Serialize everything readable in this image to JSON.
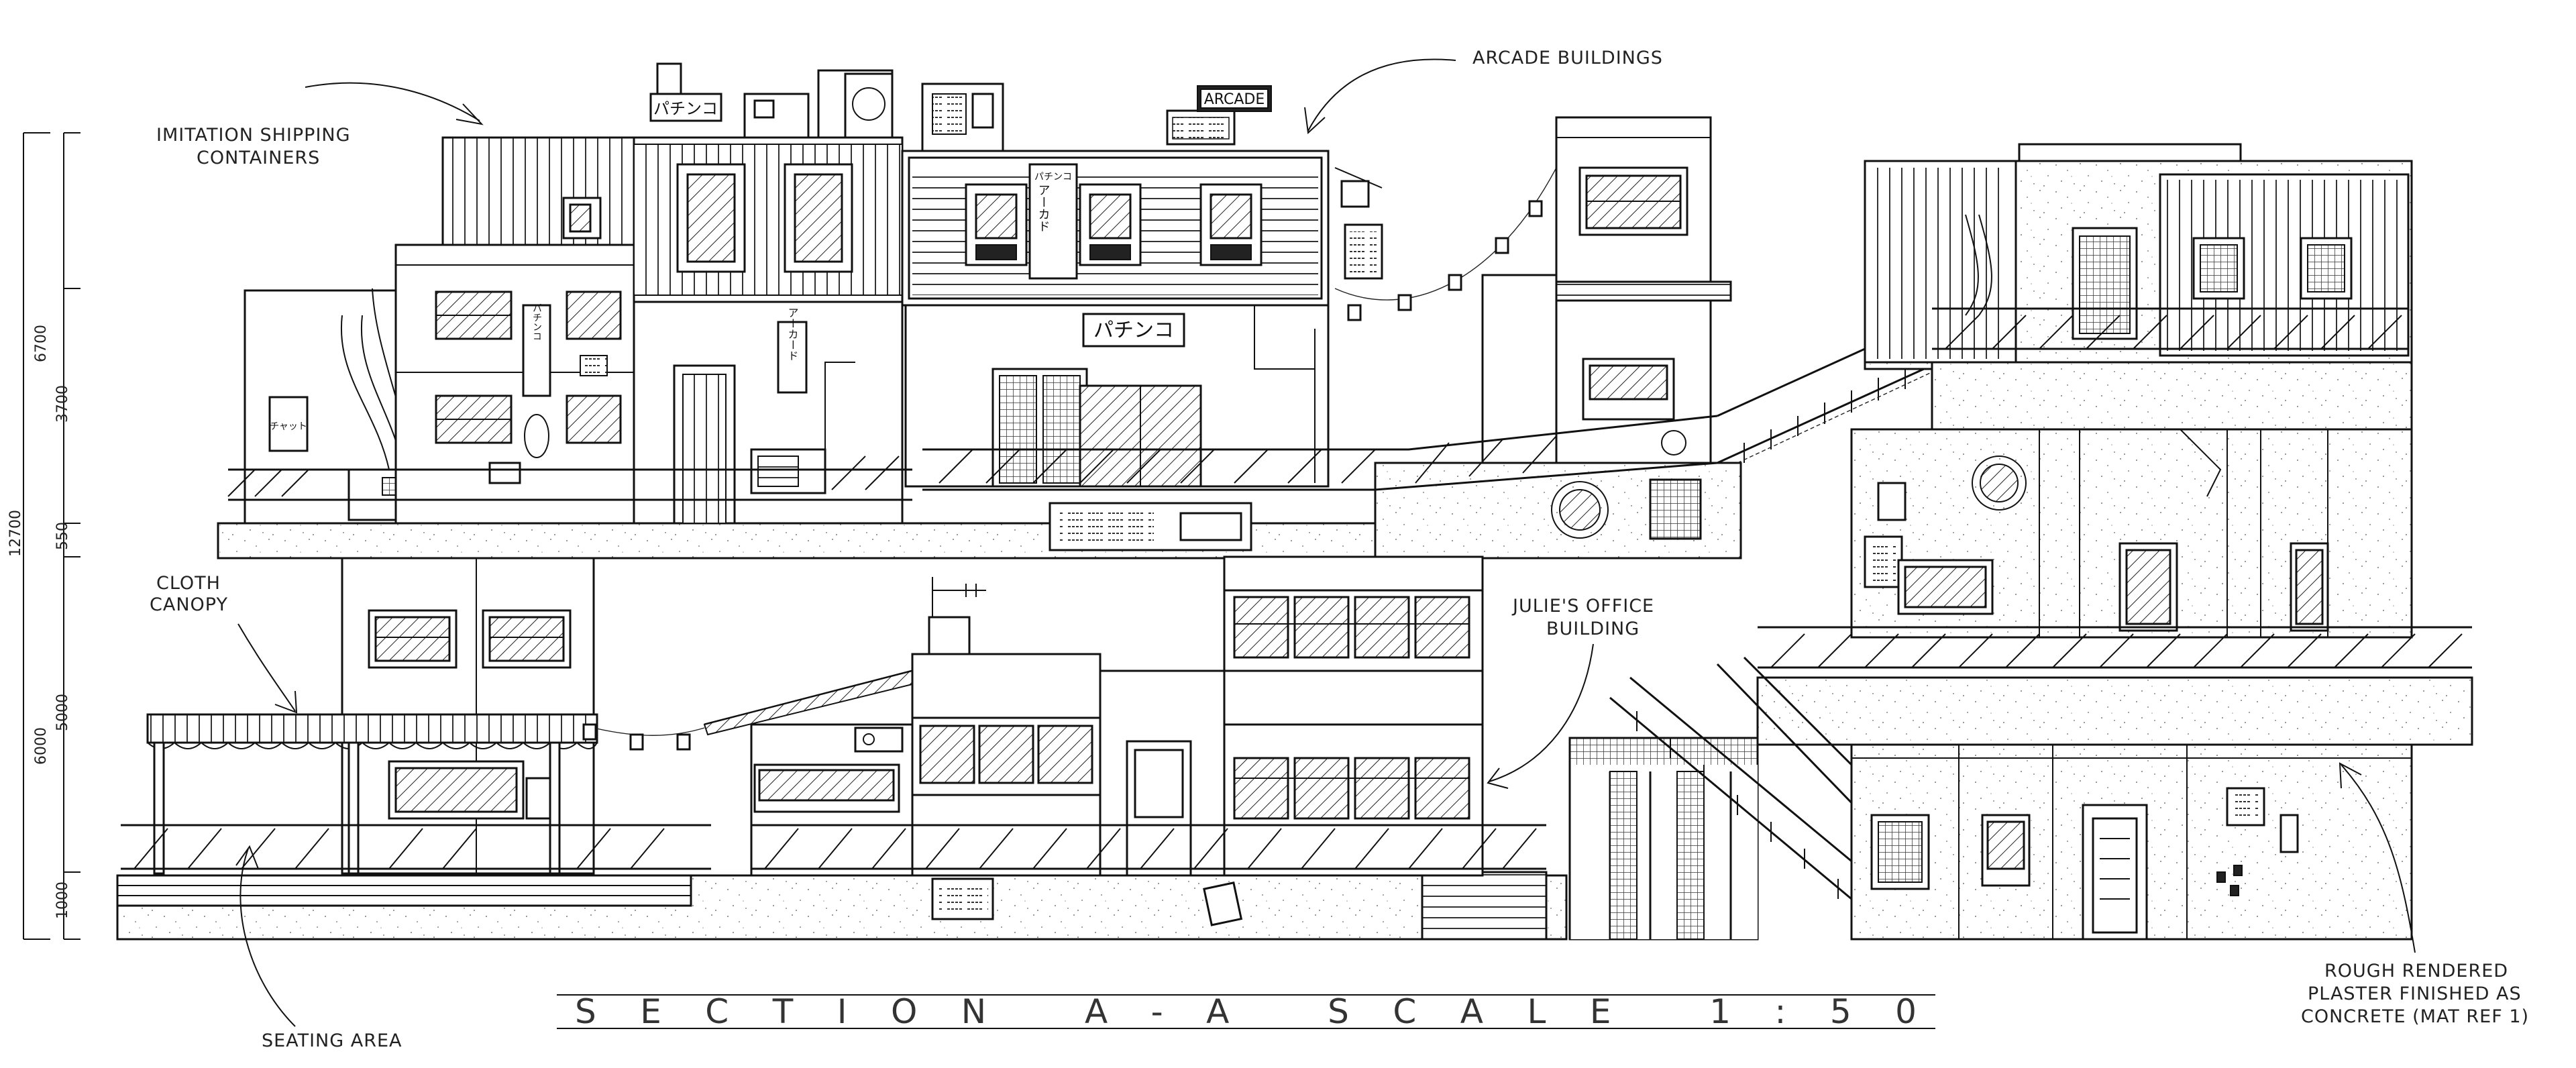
{
  "drawing_title": "SECTION  A-A  SCALE  1:50",
  "annotations": {
    "shipping_containers": [
      "IMITATION SHIPPING",
      "CONTAINERS"
    ],
    "arcade_buildings": [
      "ARCADE BUILDINGS"
    ],
    "cloth_canopy": [
      "CLOTH",
      "CANOPY"
    ],
    "julies_office": [
      "JULIE'S OFFICE",
      "BUILDING"
    ],
    "seating_area": [
      "SEATING AREA"
    ],
    "plaster": [
      "ROUGH RENDERED",
      "PLASTER FINISHED AS",
      "CONCRETE (MAT REF 1)"
    ]
  },
  "dimensions": {
    "overall": "12700",
    "upper": [
      "6700",
      "3700",
      "550"
    ],
    "lower": [
      "6000",
      "5000",
      "1000"
    ]
  },
  "signs": {
    "pachinko_roof": "パチンコ",
    "arcade_roof": "ARCADE",
    "pachinko_front": "パチンコ",
    "arcade_vertical": "アーカード",
    "pachinko_vertical": "パチンコ",
    "chat_poster": "チャット",
    "pachinko_tower_top": "パチンコ",
    "arcade_tower_kana": "アーカド",
    "pachinko_left_vertical": "パチンコ"
  }
}
